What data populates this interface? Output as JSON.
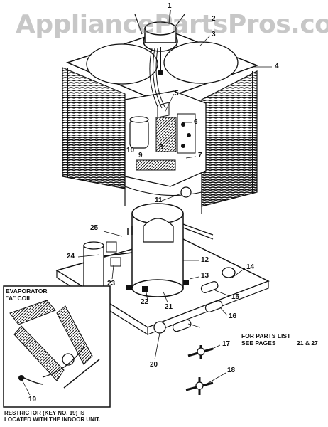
{
  "watermark": "AppliancePartsPros.com",
  "corner_text": "",
  "callouts": [
    "1",
    "2",
    "3",
    "4",
    "5",
    "6",
    "7",
    "8",
    "9",
    "10",
    "11",
    "12",
    "13",
    "14",
    "15",
    "16",
    "17",
    "18",
    "19",
    "20",
    "21",
    "22",
    "23",
    "24",
    "25"
  ],
  "labels": {
    "evaporator_line1": "EVAPORATOR",
    "evaporator_line2": "\"A\" COIL",
    "parts_list_line1": "FOR PARTS LIST",
    "parts_list_line2": "SEE PAGES",
    "pages": "21 & 27",
    "restrictor_line1": "RESTRICTOR (KEY NO. 19) IS",
    "restrictor_line2": "LOCATED WITH THE INDOOR UNIT."
  }
}
